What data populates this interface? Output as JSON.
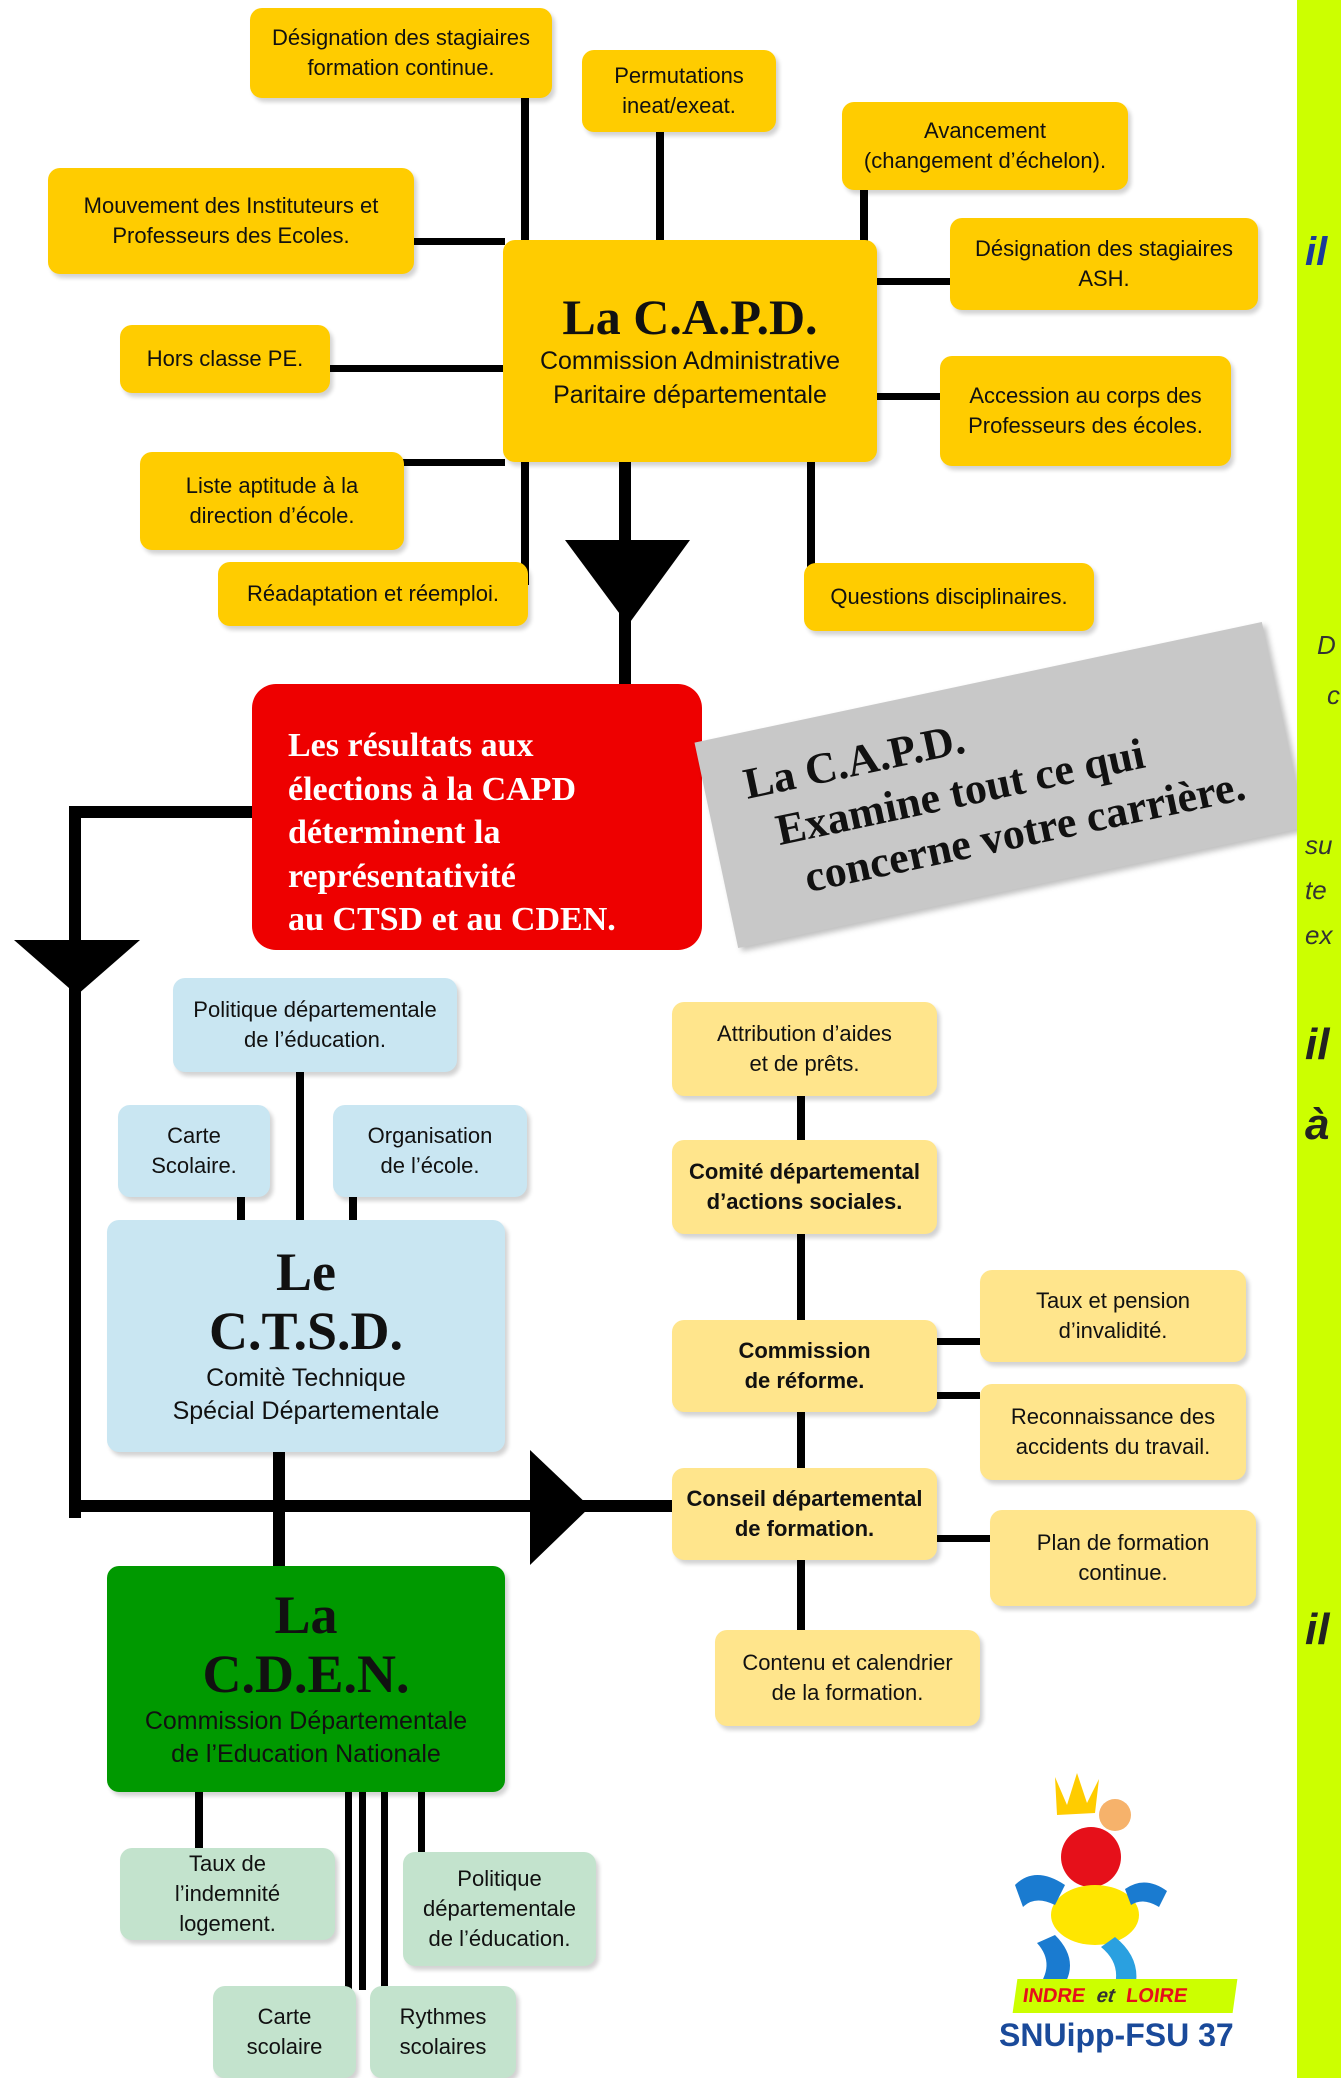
{
  "capd": {
    "title": "La C.A.P.D.",
    "subtitle_line1": "Commission Administrative",
    "subtitle_line2": "Paritaire départementale",
    "items": {
      "designation_fc_1": "Désignation des stagiaires",
      "designation_fc_2": "formation continue.",
      "permutations_1": "Permutations",
      "permutations_2": "ineat/exeat.",
      "avancement_1": "Avancement",
      "avancement_2": "(changement d’échelon).",
      "mouvement_1": "Mouvement des Instituteurs et",
      "mouvement_2": "Professeurs des Ecoles.",
      "ash_1": "Désignation des stagiaires",
      "ash_2": "ASH.",
      "hors_classe": "Hors classe PE.",
      "accession_1": "Accession au corps des",
      "accession_2": "Professeurs des écoles.",
      "liste_1": "Liste aptitude à la",
      "liste_2": "direction d’école.",
      "readaptation": "Réadaptation et réemploi.",
      "disciplinaires": "Questions disciplinaires."
    }
  },
  "results_box": {
    "line1": "Les résultats aux",
    "line2": "élections à la CAPD",
    "line3": "déterminent la",
    "line4": "représentativité",
    "line5": "au CTSD et au CDEN."
  },
  "note": {
    "line1": "La C.A.P.D.",
    "line2": "Examine tout ce qui",
    "line3": "concerne votre carrière."
  },
  "ctsd": {
    "title_line1": "Le",
    "title_line2": "C.T.S.D.",
    "subtitle_line1": "Comitè Technique",
    "subtitle_line2": "Spécial Départementale",
    "items": {
      "politique_1": "Politique départementale",
      "politique_2": "de l’éducation.",
      "carte_1": "Carte",
      "carte_2": "Scolaire.",
      "organisation_1": "Organisation",
      "organisation_2": "de l’école."
    }
  },
  "cden": {
    "title_line1": "La",
    "title_line2": "C.D.E.N.",
    "subtitle_line1": "Commission Départementale",
    "subtitle_line2": "de l’Education Nationale",
    "items": {
      "taux_1": "Taux de l’indemnité",
      "taux_2": "logement.",
      "politique_1": "Politique",
      "politique_2": "départementale",
      "politique_3": "de l’éducation.",
      "carte_1": "Carte",
      "carte_2": "scolaire",
      "rythmes_1": "Rythmes",
      "rythmes_2": "scolaires"
    }
  },
  "social": {
    "attribution_1": "Attribution d’aides",
    "attribution_2": "et de prêts.",
    "comite_1": "Comité départemental",
    "comite_2": "d’actions sociales.",
    "reforme_1": "Commission",
    "reforme_2": "de réforme.",
    "invalidite_1": "Taux et pension",
    "invalidite_2": "d’invalidité.",
    "accidents_1": "Reconnaissance des",
    "accidents_2": "accidents du travail.",
    "conseil_1": "Conseil départemental",
    "conseil_2": "de formation.",
    "plan_1": "Plan de formation",
    "plan_2": "continue.",
    "contenu_1": "Contenu et calendrier",
    "contenu_2": "de la formation."
  },
  "side_panel": {
    "t1": "il",
    "t2": "D",
    "t3": "c",
    "t4": "su",
    "t5": "te",
    "t6": "ex",
    "t7": "il",
    "t8": "à",
    "t9": "il"
  },
  "logo": {
    "banner_left": "INDRE",
    "banner_mid": "et",
    "banner_right": "LOIRE",
    "brand": "SNUipp-FSU 37"
  },
  "colors": {
    "capd": "#ffcc00",
    "ctsd": "#c9e6f2",
    "cden": "#009900",
    "cden_items": "#c3e3cd",
    "social": "#ffe58c",
    "results": "#ee0000",
    "note": "#c8c8c8",
    "side_panel": "#ccff00"
  }
}
